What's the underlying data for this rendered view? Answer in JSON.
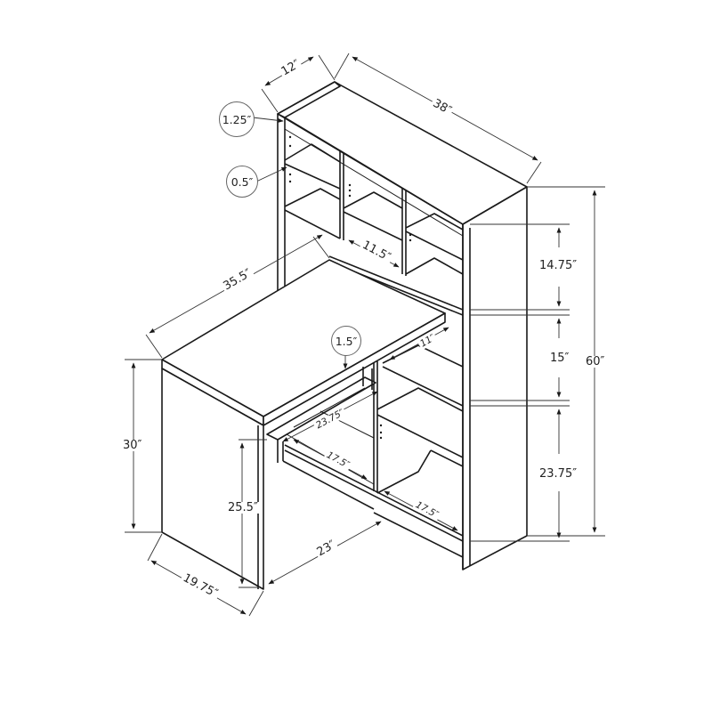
{
  "diagram": {
    "type": "furniture-dimension-drawing",
    "subject": "Corner computer desk with attached bookcase hutch and keyboard tray",
    "colors": {
      "line": "#1a1a1a",
      "dimension": "#333333",
      "background": "#ffffff"
    }
  },
  "dimensions": {
    "bookcase_depth": "12″",
    "bookcase_width": "38″",
    "top_thickness": "1.25″",
    "shelf_thickness": "0.5″",
    "cubby_width": "11.5″",
    "desk_length": "35.5″",
    "desktop_thickness": "1.5″",
    "upper_section_height": "14.75″",
    "middle_section_height": "15″",
    "total_height": "60″",
    "desk_gap_depth": "11″",
    "keyboard_tray_width": "23.75″",
    "keyboard_tray_depth": "17.5″",
    "lower_shelf_depth": "17.5″",
    "lower_section_height": "23.75″",
    "desk_height": "30″",
    "knee_clearance": "25.5″",
    "desk_depth": "19.75″",
    "desk_width": "23″"
  }
}
